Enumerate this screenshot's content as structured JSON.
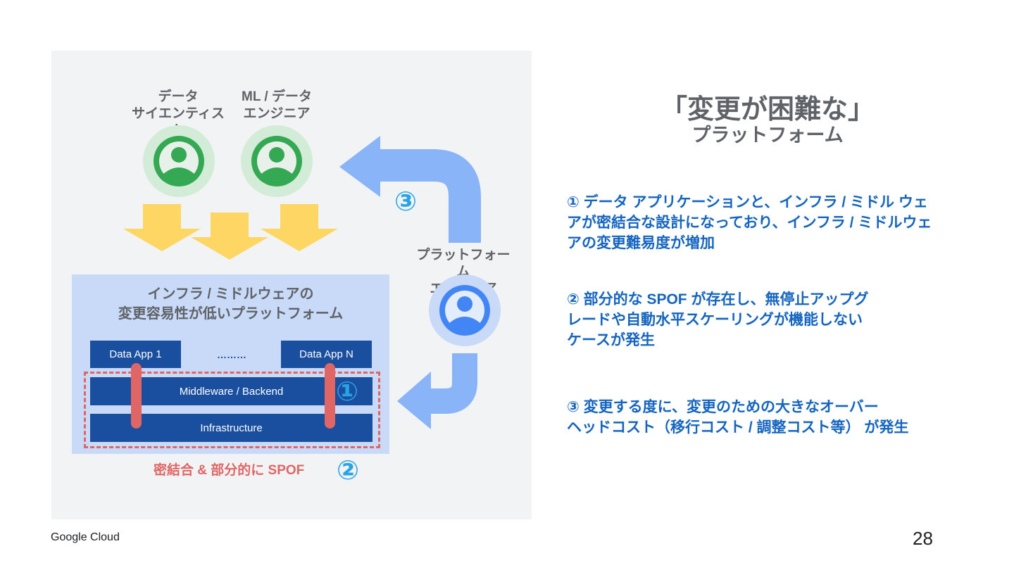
{
  "diagram": {
    "users": [
      {
        "label": "データ\nサイエンティスト"
      },
      {
        "label": "ML / データ\nエンジニア"
      }
    ],
    "platform_engineer": {
      "label": "プラットフォーム\nエンジニア"
    },
    "infra_box_title": "インフラ / ミドルウェアの\n変更容易性が低いプラットフォーム",
    "data_app_1": "Data App 1",
    "ellipsis": "………",
    "data_app_n": "Data App N",
    "middleware": "Middleware / Backend",
    "infrastructure": "Infrastructure",
    "coupling_label": "密結合 & 部分的に SPOF",
    "markers": [
      "①",
      "②",
      "③"
    ],
    "colors": {
      "arrow_blue": "#8ab4f8",
      "arrow_yellow": "#fdd663",
      "bar_blue": "#1a4fa0",
      "coupling_red": "#e06666",
      "marker_blue": "#29a3e8",
      "green": "#34a853"
    }
  },
  "heading": {
    "line1": "「変更が困難な」",
    "line2": "プラットフォーム"
  },
  "points": [
    "① データ アプリケーションと、インフラ / ミドル ウェ\nアが密結合な設計になっており、インフラ / ミドルウェ\nアの変更難易度が増加",
    "② 部分的な SPOF が存在し、無停止アップグ\nレードや自動水平スケーリングが機能しない\nケースが発生",
    "③ 変更する度に、変更のための大きなオーバー\nヘッドコスト（移行コスト / 調整コスト等） が発生"
  ],
  "footer": {
    "brand": "Google Cloud",
    "page": "28"
  }
}
